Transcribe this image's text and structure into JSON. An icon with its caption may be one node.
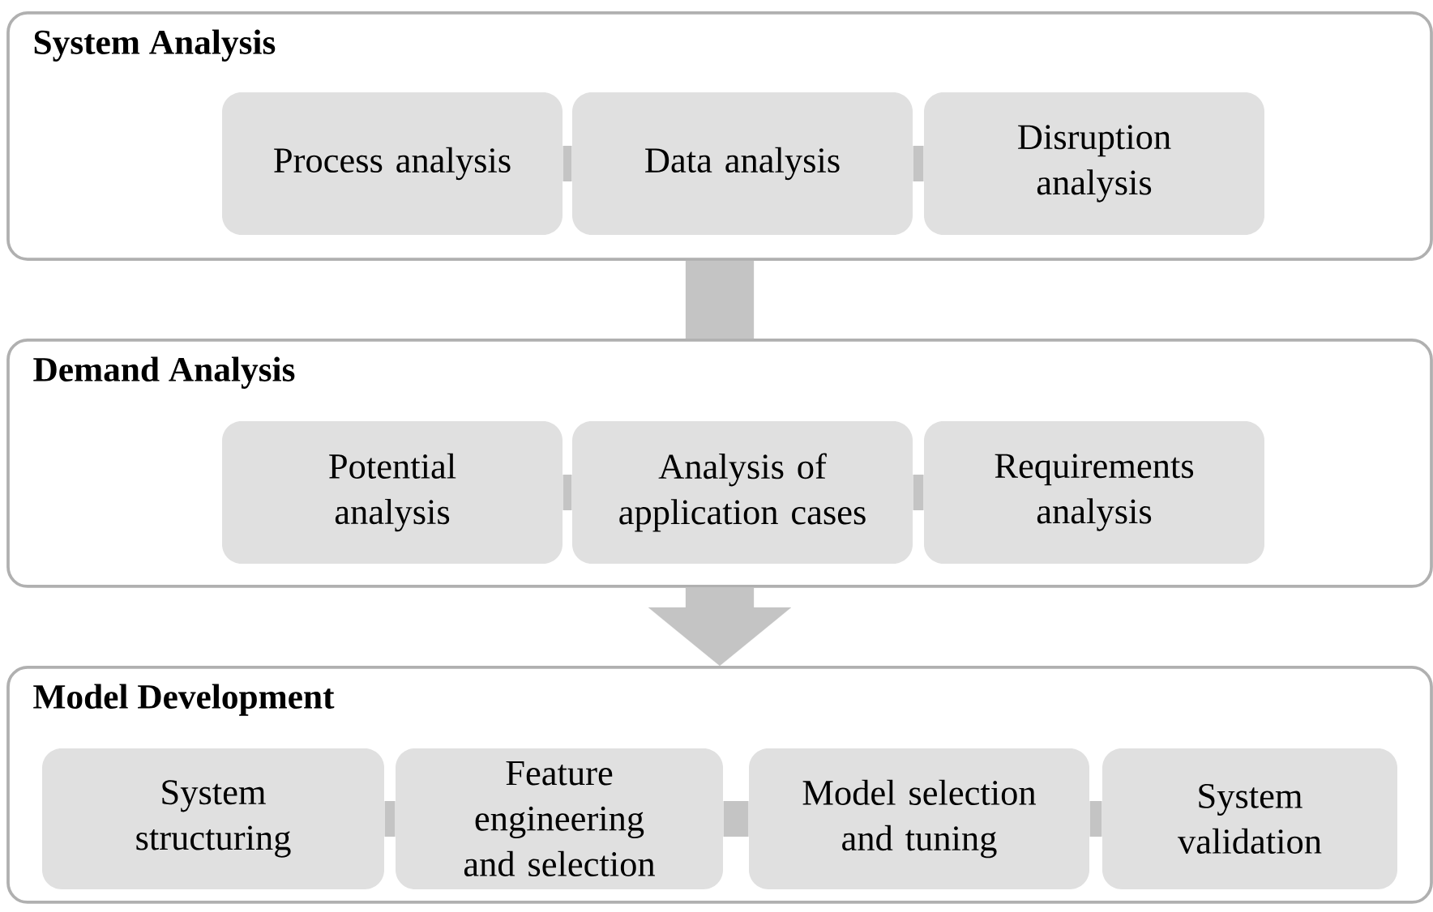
{
  "diagram": {
    "nodes": [
      {
        "text": [
          "System Analysis"
        ]
      },
      {
        "text": [
          "Process analysis"
        ],
        "in": 0
      },
      {
        "text": [
          "Data analysis"
        ],
        "in": 0
      },
      {
        "text": [
          "Disruption analysis"
        ],
        "in": 0
      },
      {
        "text": [
          "Demand Analysis"
        ]
      },
      {
        "text": [
          "Potential analysis"
        ],
        "in": 4
      },
      {
        "text": [
          "Analysis of application cases"
        ],
        "in": 4
      },
      {
        "text": [
          "Requirements analysis"
        ],
        "in": 4
      },
      {
        "text": [
          "Model Development"
        ]
      },
      {
        "text": [
          "System structuring"
        ],
        "in": 8
      },
      {
        "text": [
          "Feature engineering and selection"
        ],
        "in": 8
      },
      {
        "text": [
          "Model selection and tuning"
        ],
        "in": 8
      },
      {
        "text": [
          "System validation"
        ],
        "in": 8
      }
    ],
    "edges": [
      {
        "from": 1,
        "to": 2,
        "arrow": "none"
      },
      {
        "from": 2,
        "to": 3,
        "arrow": "none"
      },
      {
        "from": 0,
        "to": 4,
        "arrow": "none",
        "style": "thick"
      },
      {
        "from": 5,
        "to": 6,
        "arrow": "none"
      },
      {
        "from": 6,
        "to": 7,
        "arrow": "none"
      },
      {
        "from": 4,
        "to": 8,
        "arrow": "to",
        "style": "thick"
      },
      {
        "from": 9,
        "to": 10,
        "arrow": "none"
      },
      {
        "from": 10,
        "to": 11,
        "arrow": "none"
      },
      {
        "from": 11,
        "to": 12,
        "arrow": "none"
      }
    ]
  }
}
